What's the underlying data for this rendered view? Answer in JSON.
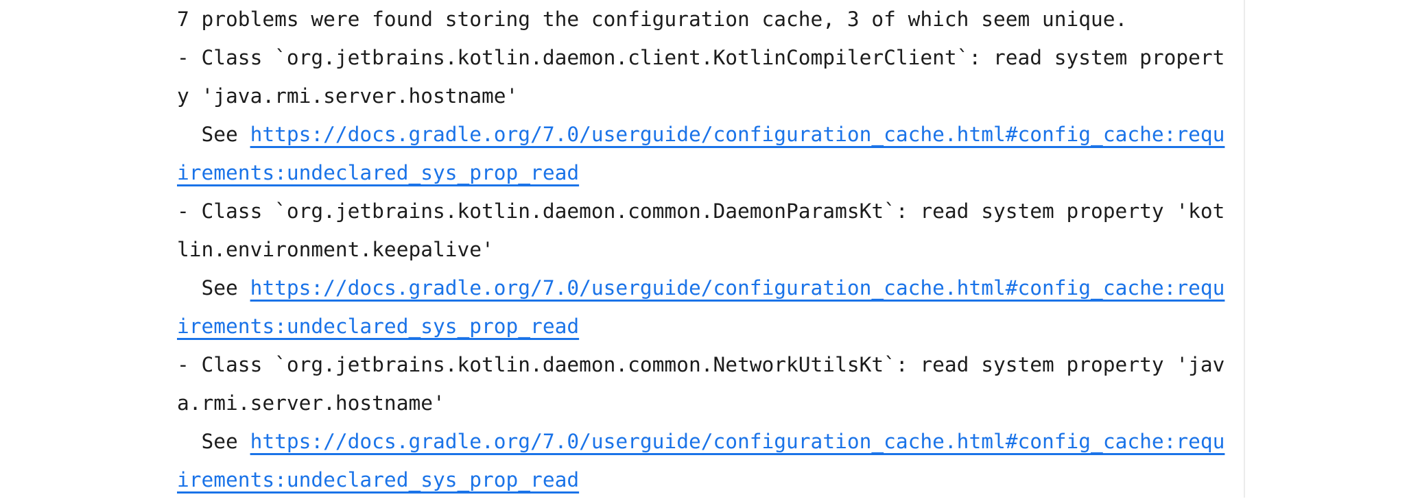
{
  "colors": {
    "text": "#1c1c1c",
    "link": "#1a73e8",
    "divider": "#ececec",
    "background": "#ffffff"
  },
  "console": {
    "summary": "7 problems were found storing the configuration cache, 3 of which seem unique.",
    "lines": [
      {
        "segments": [
          {
            "type": "text",
            "text": "7 problems were found storing the configuration cache, 3 of which seem unique."
          }
        ]
      },
      {
        "segments": [
          {
            "type": "text",
            "text": "- Class `org.jetbrains.kotlin.daemon.client.KotlinCompilerClient`: read system propert"
          }
        ]
      },
      {
        "segments": [
          {
            "type": "text",
            "text": "y 'java.rmi.server.hostname'"
          }
        ]
      },
      {
        "segments": [
          {
            "type": "text",
            "text": "  See "
          },
          {
            "type": "link",
            "text": "https://docs.gradle.org/7.0/userguide/configuration_cache.html#config_cache:requ"
          }
        ]
      },
      {
        "segments": [
          {
            "type": "link",
            "text": "irements:undeclared_sys_prop_read"
          }
        ]
      },
      {
        "segments": [
          {
            "type": "text",
            "text": "- Class `org.jetbrains.kotlin.daemon.common.DaemonParamsKt`: read system property 'kot"
          }
        ]
      },
      {
        "segments": [
          {
            "type": "text",
            "text": "lin.environment.keepalive'"
          }
        ]
      },
      {
        "segments": [
          {
            "type": "text",
            "text": "  See "
          },
          {
            "type": "link",
            "text": "https://docs.gradle.org/7.0/userguide/configuration_cache.html#config_cache:requ"
          }
        ]
      },
      {
        "segments": [
          {
            "type": "link",
            "text": "irements:undeclared_sys_prop_read"
          }
        ]
      },
      {
        "segments": [
          {
            "type": "text",
            "text": "- Class `org.jetbrains.kotlin.daemon.common.NetworkUtilsKt`: read system property 'jav"
          }
        ]
      },
      {
        "segments": [
          {
            "type": "text",
            "text": "a.rmi.server.hostname'"
          }
        ]
      },
      {
        "segments": [
          {
            "type": "text",
            "text": "  See "
          },
          {
            "type": "link",
            "text": "https://docs.gradle.org/7.0/userguide/configuration_cache.html#config_cache:requ"
          }
        ]
      },
      {
        "segments": [
          {
            "type": "link",
            "text": "irements:undeclared_sys_prop_read"
          }
        ]
      }
    ]
  }
}
